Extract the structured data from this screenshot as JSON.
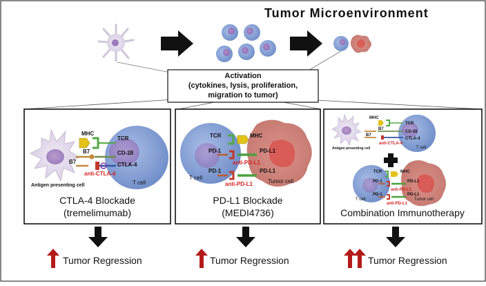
{
  "title": "Tumor Microenvironment",
  "activation": {
    "line1": "Activation",
    "line2": "(cytokines, lysis, proliferation,",
    "line3": "migration to tumor)"
  },
  "panels": [
    {
      "caption1": "CTLA-4 Blockade",
      "caption2": "(tremelimumab)",
      "labels": {
        "mhc": "MHC",
        "tcr": "TCR",
        "b7a": "B7",
        "cd28": "CD-28",
        "b7b": "B7",
        "ctla4": "CTLA-4",
        "anti": "anti-CTLA-4",
        "apc": "Antigen presenting cell",
        "tcell": "T cell"
      }
    },
    {
      "caption1": "PD-L1 Blockade",
      "caption2": "(MEDI4736)",
      "labels": {
        "tcr": "TCR",
        "mhc": "MHC",
        "pd1a": "PD-1",
        "pdl1a": "PD-L1",
        "anti1": "anti-PD-L1",
        "pd1b": "PD-1",
        "pdl1b": "PD-L1",
        "tcell": "T cell",
        "anti2": "anti-PD-L1",
        "tumor": "Tumor cell"
      }
    },
    {
      "caption1": "Combination Immunotherapy",
      "top": {
        "mhc": "MHC",
        "tcr": "TCR",
        "b7a": "B7",
        "cd28": "CD-28",
        "b7b": "B7",
        "ctla4": "CTLA-4",
        "anti": "anti-CTLA-4",
        "apc": "Antigen presenting cell",
        "tcell": "T cell"
      },
      "bottom": {
        "tcr": "TCR",
        "mhc": "MHC",
        "pd1a": "PD-1",
        "pdl1a": "PD-L1",
        "anti1": "anti-PD-L1",
        "pd1b": "PD-1",
        "pdl1b": "PD-L1",
        "tcell": "T cell",
        "anti2": "anti-PD-L1",
        "tumor": "Tumor cell"
      }
    }
  ],
  "outcomes": [
    {
      "label": "Tumor Regression",
      "up_arrows": 1
    },
    {
      "label": "Tumor Regression",
      "up_arrows": 1
    },
    {
      "label": "Tumor Regression",
      "up_arrows": 2
    }
  ],
  "colors": {
    "apc": "#d9cfe3",
    "tcell": "#7e9bcf",
    "tumor": "#c97e76",
    "tumor_core": "#d9534f",
    "tcr": "#55a845",
    "mhc": "#e3c21a",
    "cd28": "#6f8e4a",
    "b7": "#c08a3a",
    "ctla4": "#3355a6",
    "antibody": "#c0392b",
    "pd1": "#c05a2a",
    "pdl1": "#4aa040",
    "up_arrow": "#b31b1b"
  }
}
